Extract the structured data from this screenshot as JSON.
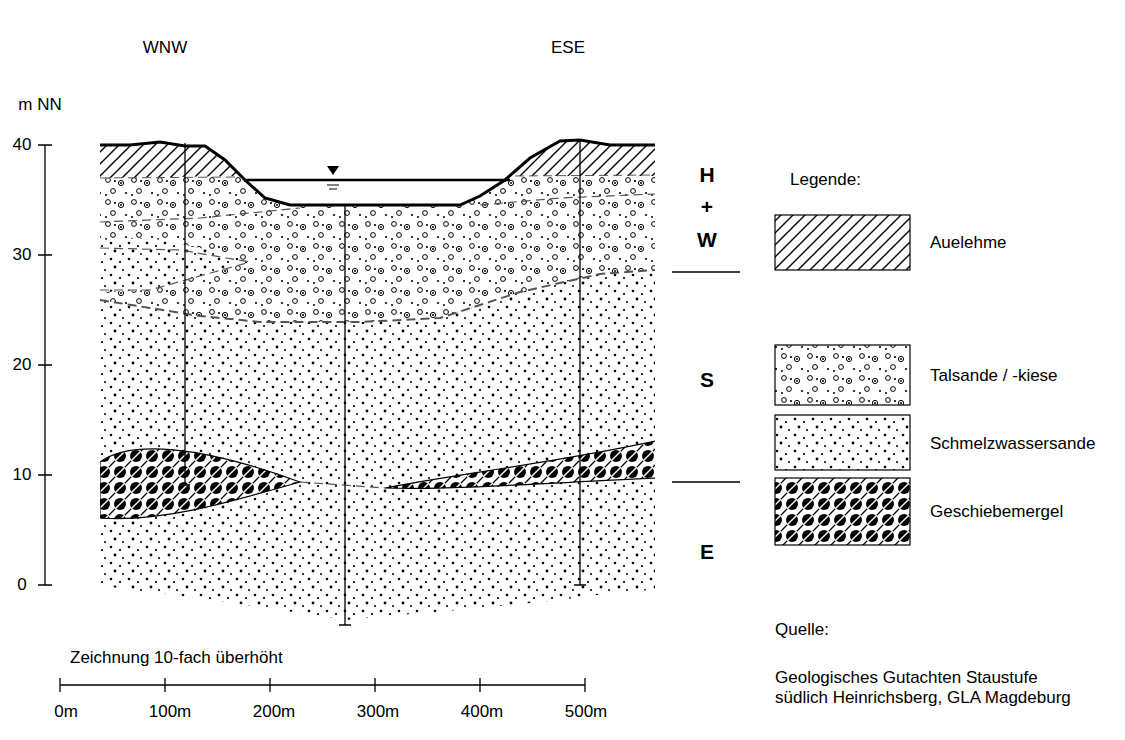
{
  "diagram": {
    "labels": [
      "WNW",
      "ESE",
      "m NN",
      "40",
      "30",
      "20",
      "10",
      "0",
      "H",
      "+",
      "W",
      "S",
      "E",
      "Legende:",
      "Zeichnung 10-fach überhöht",
      "0m",
      "100m",
      "200m",
      "300m",
      "400m",
      "500m",
      "Quelle:",
      "Geologisches Gutachten Staustufe südlich Heinrichsberg, GLA Magdeburg"
    ],
    "legend": [
      {
        "text": "Auelehme"
      },
      {
        "text": "Talsande / -kiese"
      },
      {
        "text": "Schmelzwassersande"
      },
      {
        "text": "Geschiebemergel"
      }
    ]
  }
}
